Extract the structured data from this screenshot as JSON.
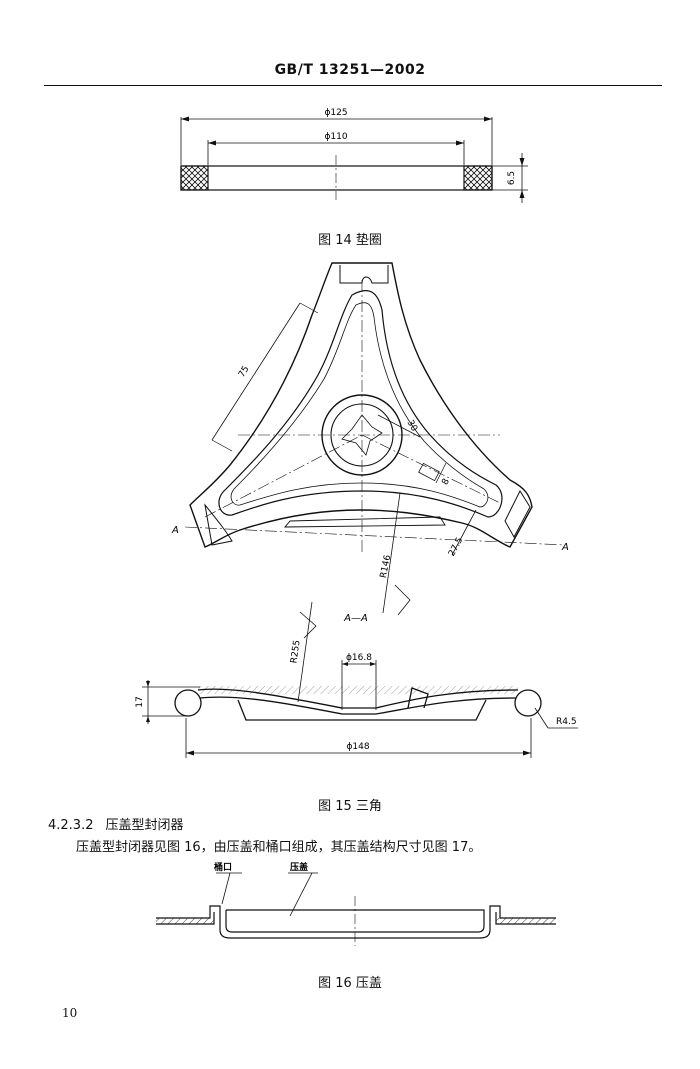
{
  "header": {
    "title": "GB/T 13251—2002"
  },
  "figure14": {
    "caption": "图 14  垫圈",
    "dims": {
      "outer": "ϕ125",
      "inner": "ϕ110",
      "thickness": "6.5"
    }
  },
  "figure15": {
    "caption": "图 15  三角",
    "section_label": "A—A",
    "dims": {
      "side": "75",
      "hub": "30",
      "slot": "8",
      "edge": "27.5",
      "radius_top": "R146",
      "radius_bottom": "R255",
      "bore": "ϕ16.8",
      "height": "17",
      "width": "ϕ148",
      "curl": "R4.5"
    },
    "section_marks": [
      "A",
      "A"
    ]
  },
  "section": {
    "number": "4.2.3.2",
    "title": "压盖型封闭器",
    "body": "压盖型封闭器见图 16，由压盖和桶口组成，其压盖结构尺寸见图 17。"
  },
  "figure16": {
    "caption": "图 16  压盖",
    "labels": {
      "bung": "桶口",
      "cap": "压盖"
    }
  },
  "page": {
    "number": "10"
  }
}
